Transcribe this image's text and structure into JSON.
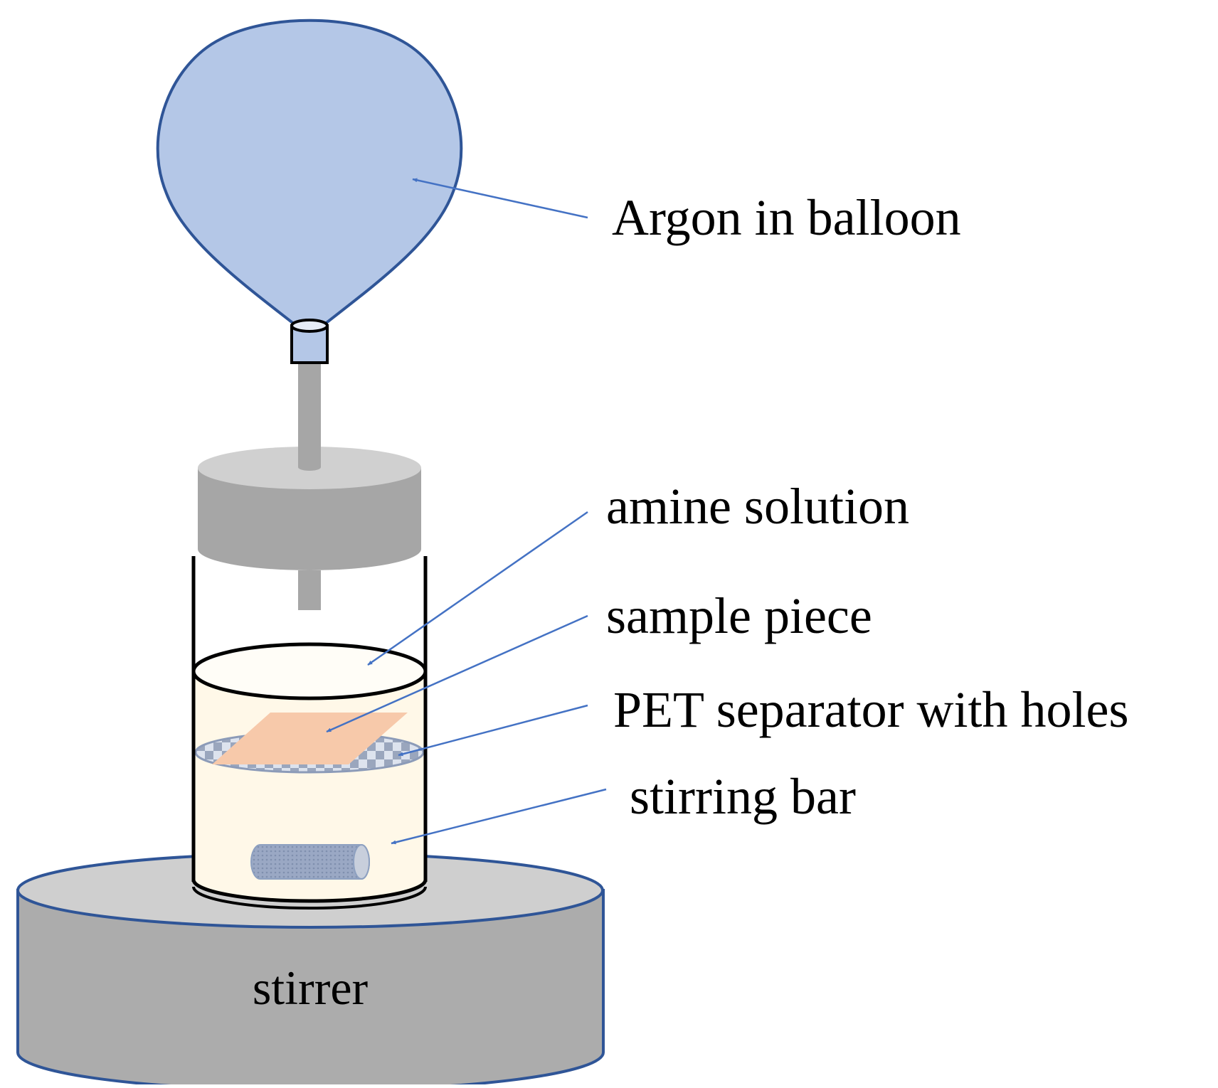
{
  "labels": {
    "argon": "Argon in balloon",
    "amine": "amine solution",
    "sample": "sample piece",
    "separator": "PET separator with holes",
    "stirring_bar": "stirring bar",
    "stirrer": "stirrer"
  },
  "colors": {
    "balloon_fill": "#b4c7e7",
    "balloon_stroke": "#2f5597",
    "arrow": "#4472c4",
    "cap_gray": "#a6a6a6",
    "cap_top": "#d0d0d0",
    "solution": "#fff8e8",
    "sample": "#f7c9aa",
    "stirrer_side": "#acacac",
    "stirrer_top": "#cfcfcf"
  }
}
